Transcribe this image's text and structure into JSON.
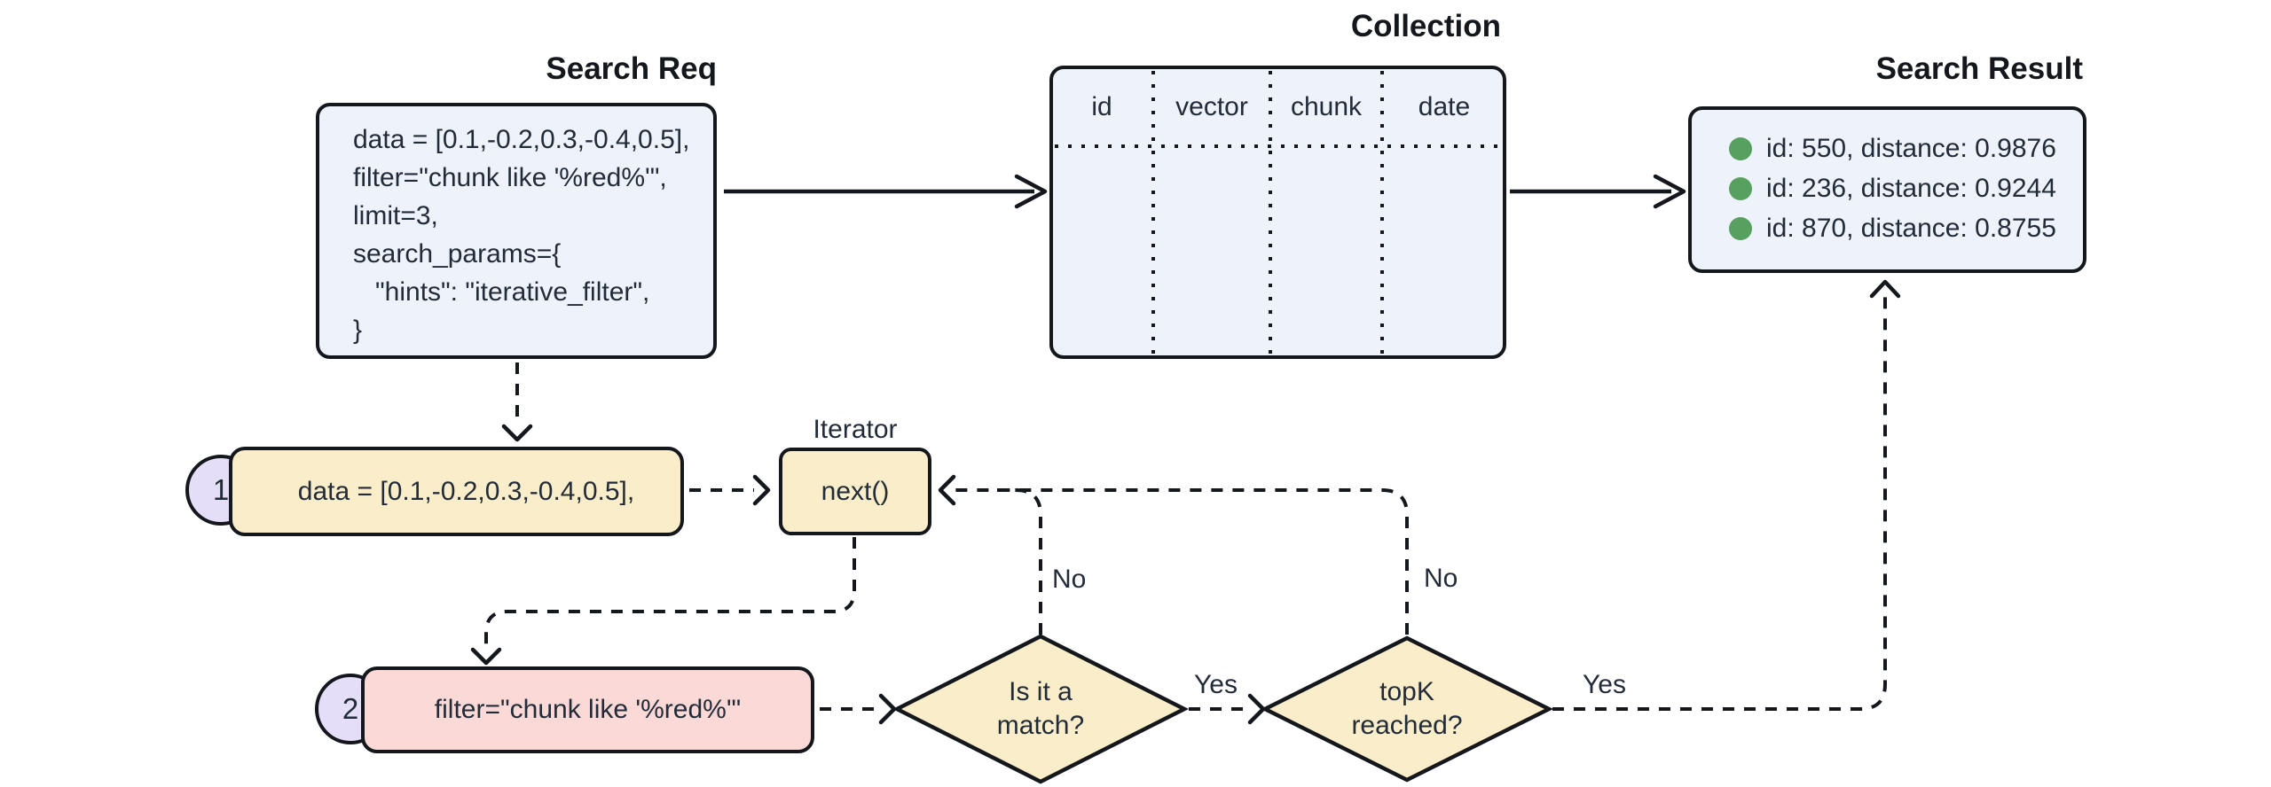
{
  "diagram": {
    "titles": {
      "search_req": "Search Req",
      "collection": "Collection",
      "search_result": "Search Result",
      "iterator": "Iterator"
    },
    "search_req": {
      "code_lines": [
        "data = [0.1,-0.2,0.3,-0.4,0.5],",
        "filter=\"chunk like '%red%'\",",
        "limit=3,",
        "search_params={",
        "   \"hints\": \"iterative_filter\",",
        "}"
      ]
    },
    "collection": {
      "columns": [
        "id",
        "vector",
        "chunk",
        "date"
      ]
    },
    "search_result": {
      "items": [
        "id: 550, distance: 0.9876",
        "id: 236, distance: 0.9244",
        "id: 870, distance: 0.8755"
      ]
    },
    "steps": [
      {
        "badge": "1",
        "text": "data = [0.1,-0.2,0.3,-0.4,0.5],"
      },
      {
        "badge": "2",
        "text": "filter=\"chunk like '%red%'\""
      }
    ],
    "iterator_node": {
      "label": "next()"
    },
    "decisions": [
      {
        "line1": "Is it a",
        "line2": "match?"
      },
      {
        "line1": "topK",
        "line2": "reached?"
      }
    ],
    "edge_labels": {
      "yes1": "Yes",
      "yes2": "Yes",
      "no1": "No",
      "no2": "No"
    },
    "colors": {
      "ink": "#14171c",
      "text": "#222b38",
      "blue": "#EDF2FB",
      "cream": "#FAEDCA",
      "pink": "#FBD9D7",
      "lavender": "#E5DEF8",
      "green": "#57A05F",
      "bg": "#ffffff"
    }
  }
}
